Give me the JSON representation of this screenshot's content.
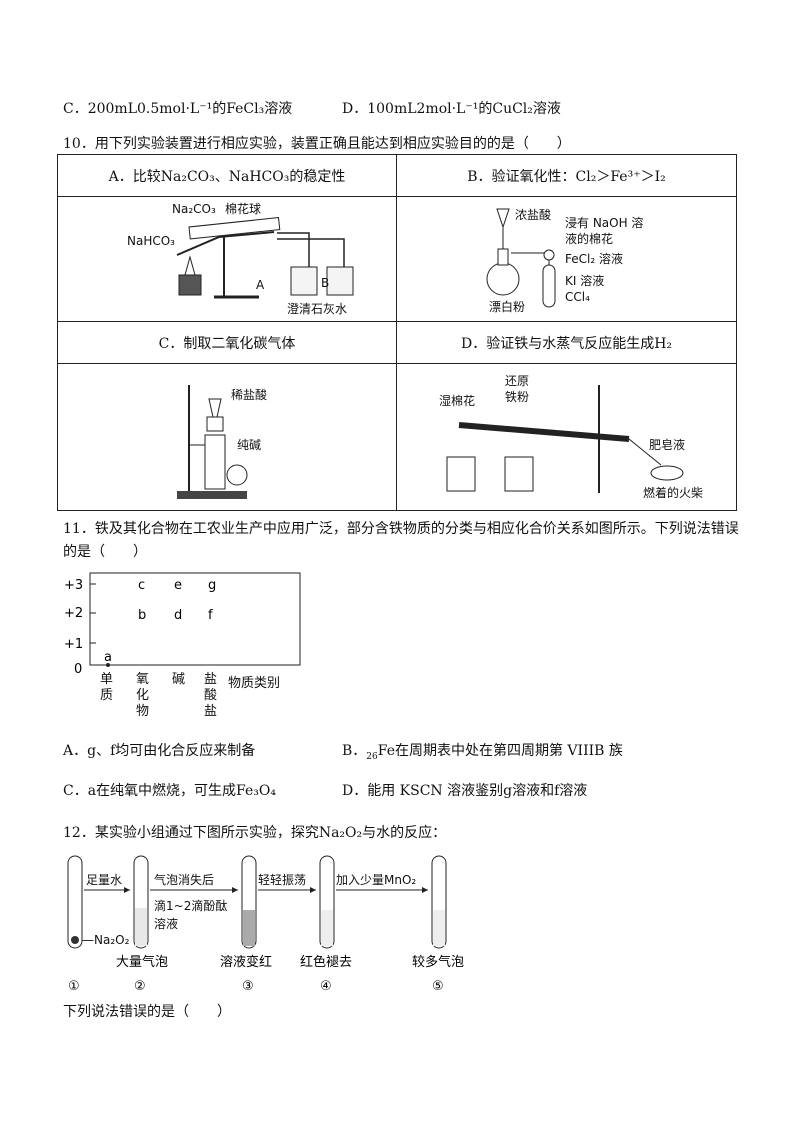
{
  "q9": {
    "optC": "C．200mL0.5mol·L⁻¹的FeCl₃溶液",
    "optD": "D．100mL2mol·L⁻¹的CuCl₂溶液"
  },
  "q10": {
    "stem": "10．用下列实验装置进行相应实验，装置正确且能达到相应实验目的的是（　　）",
    "cellA": "A．比较Na₂CO₃、NaHCO₃的稳定性",
    "cellB": "B．验证氧化性：Cl₂＞Fe³⁺＞I₂",
    "cellC": "C．制取二氧化碳气体",
    "cellD": "D．验证铁与水蒸气反应能生成H₂",
    "figA": {
      "na2co3": "Na₂CO₃",
      "cotton": "棉花球",
      "nahco3": "NaHCO₃",
      "a": "A",
      "b": "B",
      "limewater": "澄清石灰水"
    },
    "figB": {
      "hcl": "浓盐酸",
      "naoh1": "浸有 NaOH 溶",
      "naoh2": "液的棉花",
      "fecl2": "FeCl₂ 溶液",
      "ki": "KI 溶液",
      "ccl4": "CCl₄",
      "bleach": "漂白粉"
    },
    "figC": {
      "dilhcl": "稀盐酸",
      "soda": "纯碱"
    },
    "figD": {
      "wetcotton": "湿棉花",
      "reduced1": "还原",
      "reduced2": "铁粉",
      "soap": "肥皂液",
      "match": "燃着的火柴"
    }
  },
  "q11": {
    "stem1": "11．铁及其化合物在工农业生产中应用广泛，部分含铁物质的分类与相应化合价关系如图所示。下列说法错误",
    "stem2": "的是（　　）",
    "chart": {
      "yticks": [
        "+3",
        "+2",
        "+1",
        "0"
      ],
      "points": [
        "a",
        "b",
        "c",
        "d",
        "e",
        "f",
        "g"
      ],
      "xcats": [
        "单质",
        "氧化物",
        "碱",
        "盐酸盐"
      ],
      "xlabel": "物质类别"
    },
    "optA": "A．g、f均可由化合反应来制备",
    "optB_pre": "B．",
    "optB_sub": "26",
    "optB_rest": "Fe在周期表中处在第四周期第 VIIIB 族",
    "optC": "C．a在纯氧中燃烧，可生成Fe₃O₄",
    "optD": "D．能用 KSCN 溶液鉴别g溶液和f溶液"
  },
  "q12": {
    "stem": "12．某实验小组通过下图所示实验，探究Na₂O₂与水的反应：",
    "fig": {
      "step1": "足量水",
      "step2a": "气泡消失后",
      "step2b": "滴1~2滴酚酞",
      "step2c": "溶液",
      "step3": "轻轻振荡",
      "step4": "加入少量MnO₂",
      "reagent": "—Na₂O₂",
      "obs2": "大量气泡",
      "obs3": "溶液变红",
      "obs4": "红色褪去",
      "obs5": "较多气泡",
      "n1": "①",
      "n2": "②",
      "n3": "③",
      "n4": "④",
      "n5": "⑤"
    },
    "ask": "下列说法错误的是（　　）"
  }
}
